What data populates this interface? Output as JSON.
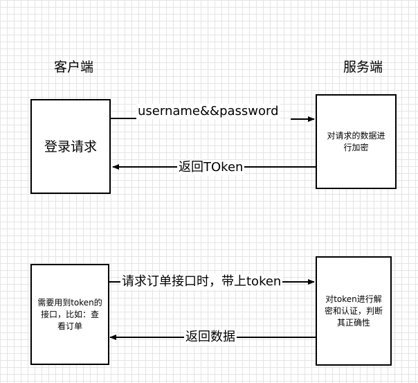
{
  "headings": {
    "client": "客户端",
    "server": "服务端"
  },
  "nodes": {
    "login_request": "登录请求",
    "encrypt": "对请求的数据进行加密",
    "token_api": "需要用到token的接口，比如：查看订单",
    "verify": "对token进行解密和认证，判断其正确性"
  },
  "edges": {
    "credentials": "username&&password",
    "return_token": "返回TOken",
    "order_request": "请求订单接口时，带上token",
    "return_data": "返回数据"
  }
}
